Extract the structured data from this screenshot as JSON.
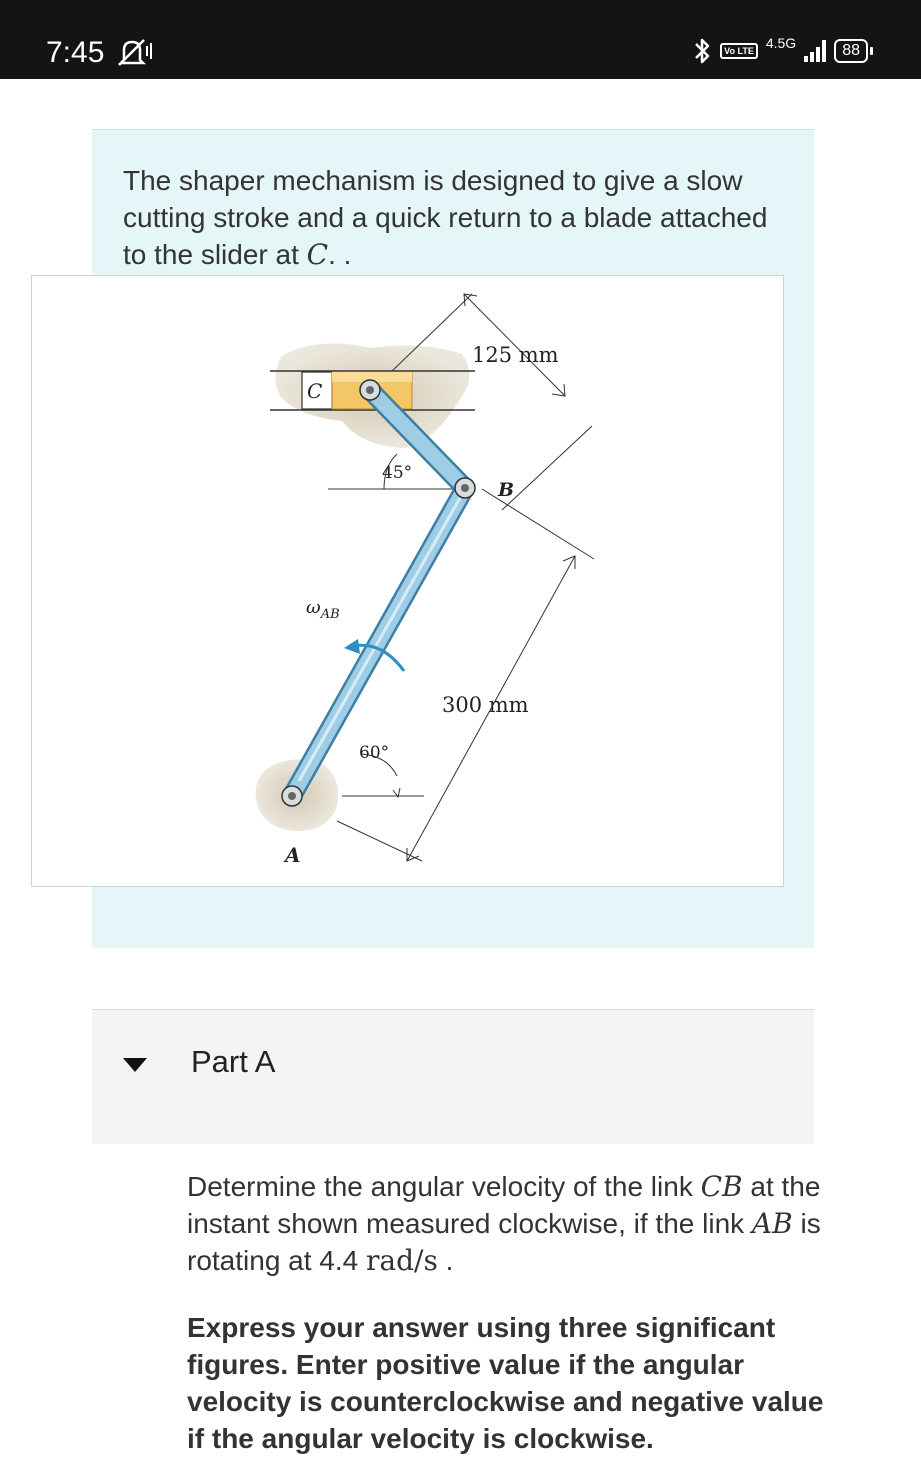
{
  "status_bar": {
    "time": "7:45",
    "network_label": "Vo LTE",
    "network_type": "4.5G",
    "battery": "88"
  },
  "intro": {
    "text_before": "The shaper mechanism is designed to give a slow cutting stroke and a quick return to a blade attached to the slider at ",
    "point": "C",
    "text_after": ". ."
  },
  "figure": {
    "labels": {
      "dim_cb": "125 mm",
      "dim_ab": "300 mm",
      "angle_top": "45°",
      "angle_bottom": "60°",
      "point_a": "A",
      "point_b": "B",
      "point_c": "C",
      "omega": "ω",
      "omega_sub": "AB"
    },
    "colors": {
      "link": "#8fc3df",
      "link_edge": "#3d7fa6",
      "slider": "#f3c25c",
      "ground": "#ddd6c6"
    }
  },
  "part": {
    "title": "Part A"
  },
  "question": {
    "text1": "Determine the angular velocity of the link ",
    "link_cb": "CB",
    "text2": " at the instant shown measured clockwise, if the link ",
    "link_ab": "AB",
    "text3": " is rotating at 4.4 ",
    "unit": "rad/s",
    "text4": " ."
  },
  "instructions": "Express your answer using three significant figures. Enter positive value if the angular velocity is counterclockwise and negative value if the angular velocity is clockwise."
}
